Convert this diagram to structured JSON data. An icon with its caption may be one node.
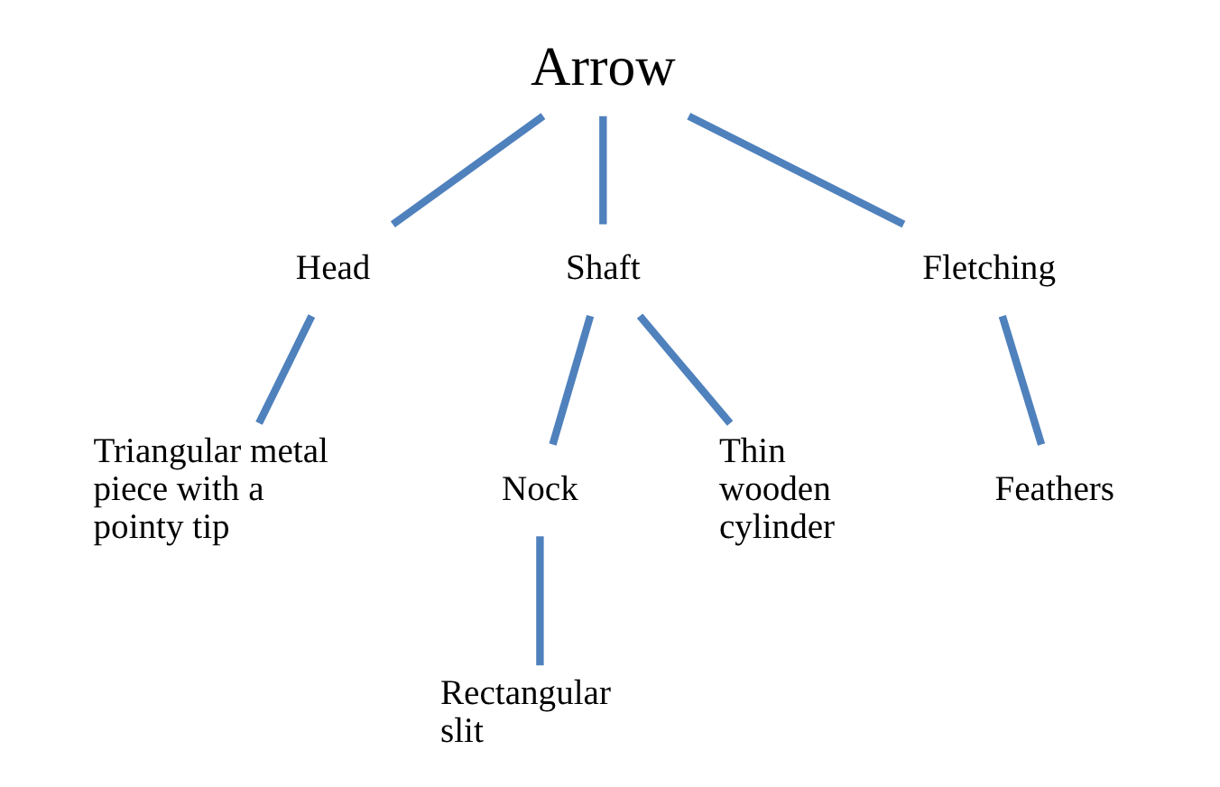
{
  "diagram": {
    "nodes": [
      {
        "text": [
          "Arrow"
        ]
      },
      {
        "text": [
          "Head"
        ]
      },
      {
        "text": [
          "Shaft"
        ]
      },
      {
        "text": [
          "Fletching"
        ]
      },
      {
        "text": [
          "Triangular metal piece with a pointy tip"
        ]
      },
      {
        "text": [
          "Nock"
        ]
      },
      {
        "text": [
          "Thin wooden cylinder"
        ]
      },
      {
        "text": [
          "Rectangular slit"
        ]
      },
      {
        "text": [
          "Feathers"
        ]
      }
    ],
    "edges": [
      {
        "from": 0,
        "to": 1,
        "arrow": "none"
      },
      {
        "from": 0,
        "to": 2,
        "arrow": "none"
      },
      {
        "from": 0,
        "to": 3,
        "arrow": "none"
      },
      {
        "from": 1,
        "to": 4,
        "arrow": "none"
      },
      {
        "from": 2,
        "to": 5,
        "arrow": "none"
      },
      {
        "from": 2,
        "to": 6,
        "arrow": "none"
      },
      {
        "from": 5,
        "to": 7,
        "arrow": "none"
      },
      {
        "from": 3,
        "to": 8,
        "arrow": "none"
      }
    ]
  }
}
